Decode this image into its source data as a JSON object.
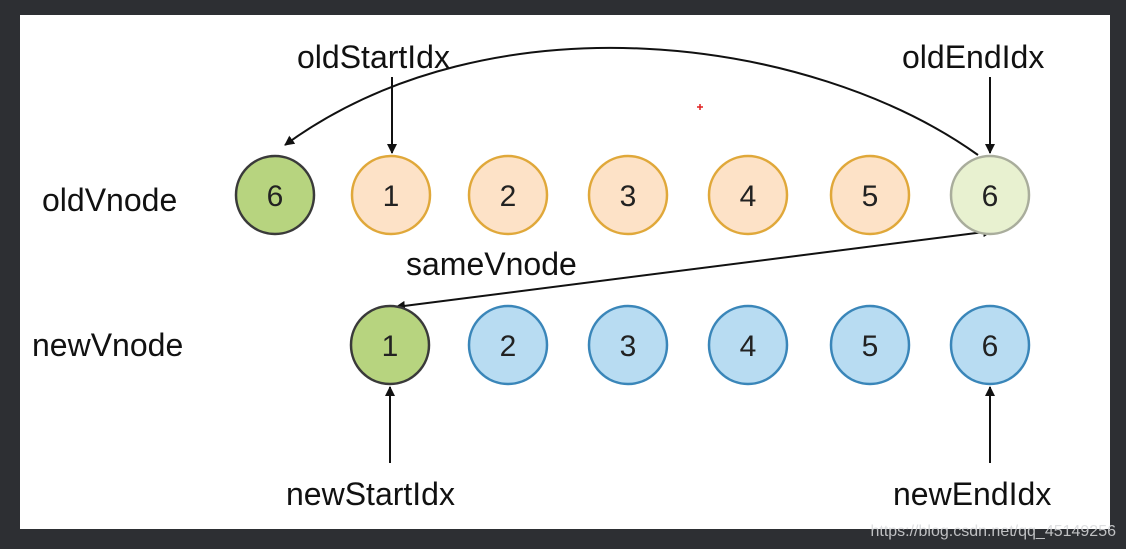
{
  "labels": {
    "old_row": "oldVnode",
    "new_row": "newVnode",
    "old_start": "oldStartIdx",
    "old_end": "oldEndIdx",
    "new_start": "newStartIdx",
    "new_end": "newEndIdx",
    "same": "sameVnode"
  },
  "old_nodes": [
    "6",
    "1",
    "2",
    "3",
    "4",
    "5",
    "6"
  ],
  "new_nodes": [
    "1",
    "2",
    "3",
    "4",
    "5",
    "6"
  ],
  "colors": {
    "moved_fill": "#b7d47f",
    "moved_stroke": "#3a3a3a",
    "old_fill": "#fde2c7",
    "old_stroke": "#e0a83a",
    "old_end_fill": "#e8f1d0",
    "old_end_stroke": "#a9ad9c",
    "new_match_fill": "#b7d47f",
    "new_match_stroke": "#3a3a3a",
    "new_fill": "#b8dcf2",
    "new_stroke": "#3a86b9"
  },
  "watermark": "https://blog.csdn.net/qq_45149256"
}
